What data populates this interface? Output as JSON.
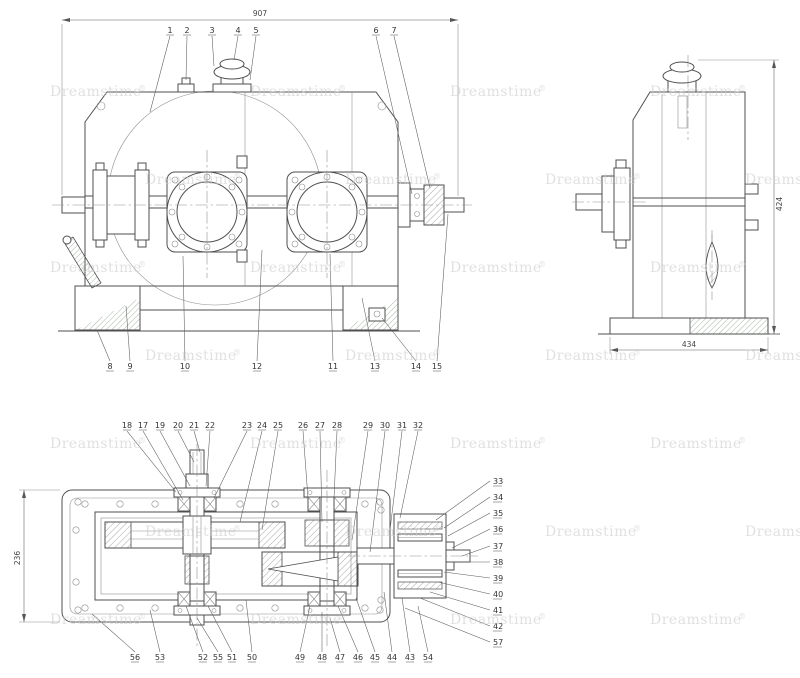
{
  "colors": {
    "background": "#ffffff",
    "line": "#4f4f4f",
    "thin_line": "#8f8f8f",
    "hatch_green": "#7f957f",
    "watermark": "#cccccc"
  },
  "watermark": {
    "text": "Dreamstime",
    "reg": "®"
  },
  "front_view": {
    "dim_top": "907",
    "callouts_top": [
      "1",
      "2",
      "3",
      "4",
      "5",
      "6",
      "7"
    ],
    "callouts_bottom": [
      "8",
      "9",
      "10",
      "12",
      "11",
      "13",
      "14",
      "15"
    ]
  },
  "side_view": {
    "dim_right": "424",
    "dim_bottom": "434"
  },
  "section_view": {
    "dim_left": "236",
    "callouts_top": [
      "18",
      "17",
      "19",
      "20",
      "21",
      "22",
      "23",
      "24",
      "25",
      "26",
      "27",
      "28",
      "29",
      "30",
      "31",
      "32"
    ],
    "callouts_right": [
      "33",
      "34",
      "35",
      "36",
      "37",
      "38",
      "39",
      "40",
      "41",
      "42",
      "57"
    ],
    "callouts_bottom": [
      "56",
      "53",
      "52",
      "55",
      "51",
      "50",
      "49",
      "48",
      "47",
      "46",
      "45",
      "44",
      "43",
      "54"
    ]
  }
}
